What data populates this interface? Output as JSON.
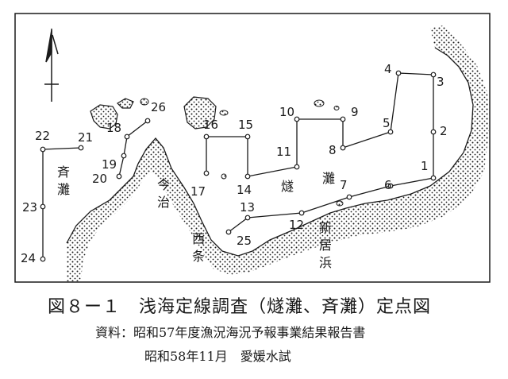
{
  "figure": {
    "title": "図８ー１　浅海定線調査（燧灘、斉灘）定点図",
    "source_line1": "資料：昭和57年度漁況海況予報事業結果報告書",
    "source_line2": "昭和58年11月　愛媛水試"
  },
  "compass": {
    "icon": "north-arrow-icon"
  },
  "places": {
    "saidan": "斉灘",
    "imabari": "今治",
    "hiuchinada": "燧灘",
    "saijo": "西条",
    "niihama": "新居浜"
  },
  "stations": [
    {
      "id": "1",
      "label": "1"
    },
    {
      "id": "2",
      "label": "2"
    },
    {
      "id": "3",
      "label": "3"
    },
    {
      "id": "4",
      "label": "4"
    },
    {
      "id": "5",
      "label": "5"
    },
    {
      "id": "6",
      "label": "6"
    },
    {
      "id": "7",
      "label": "7"
    },
    {
      "id": "8",
      "label": "8"
    },
    {
      "id": "9",
      "label": "9"
    },
    {
      "id": "10",
      "label": "10"
    },
    {
      "id": "11",
      "label": "11"
    },
    {
      "id": "12",
      "label": "12"
    },
    {
      "id": "13",
      "label": "13"
    },
    {
      "id": "14",
      "label": "14"
    },
    {
      "id": "15",
      "label": "15"
    },
    {
      "id": "16",
      "label": "16"
    },
    {
      "id": "17",
      "label": "17"
    },
    {
      "id": "18",
      "label": "18"
    },
    {
      "id": "19",
      "label": "19"
    },
    {
      "id": "20",
      "label": "20"
    },
    {
      "id": "21",
      "label": "21"
    },
    {
      "id": "22",
      "label": "22"
    },
    {
      "id": "23",
      "label": "23"
    },
    {
      "id": "24",
      "label": "24"
    },
    {
      "id": "25",
      "label": "25"
    },
    {
      "id": "26",
      "label": "26"
    }
  ],
  "colors": {
    "ink": "#1a1a1a",
    "paper": "#ffffff"
  }
}
